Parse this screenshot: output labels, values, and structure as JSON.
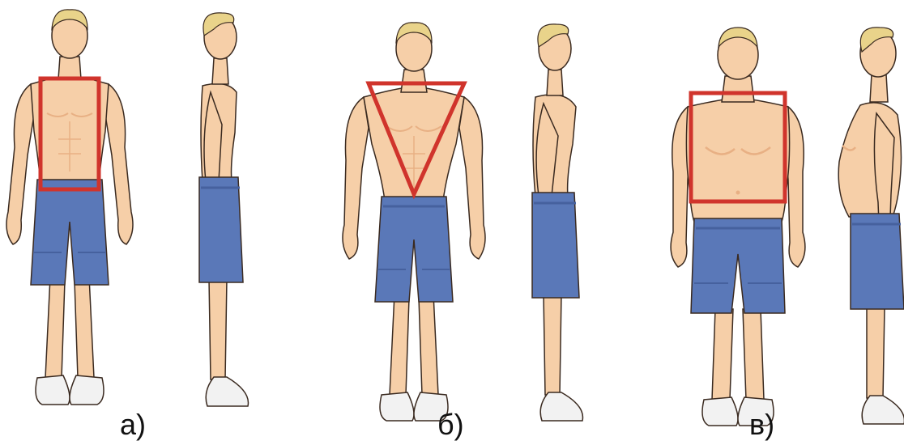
{
  "figure": {
    "captions": {
      "a": "а)",
      "b": "б)",
      "c": "в)"
    },
    "colors": {
      "background": "#ffffff",
      "skin": "#f6cfa8",
      "skin_shadow": "#e8b084",
      "outline": "#3a2a20",
      "hair": "#e9d38a",
      "shorts": "#5a78b8",
      "shorts_dark": "#46619e",
      "shoes": "#f2f2f2",
      "highlight_shape": "#d0342c"
    },
    "body_types": [
      {
        "id": "a",
        "shape_icon": "rectangle-icon"
      },
      {
        "id": "b",
        "shape_icon": "inverted-triangle-icon"
      },
      {
        "id": "c",
        "shape_icon": "square-icon"
      }
    ]
  }
}
